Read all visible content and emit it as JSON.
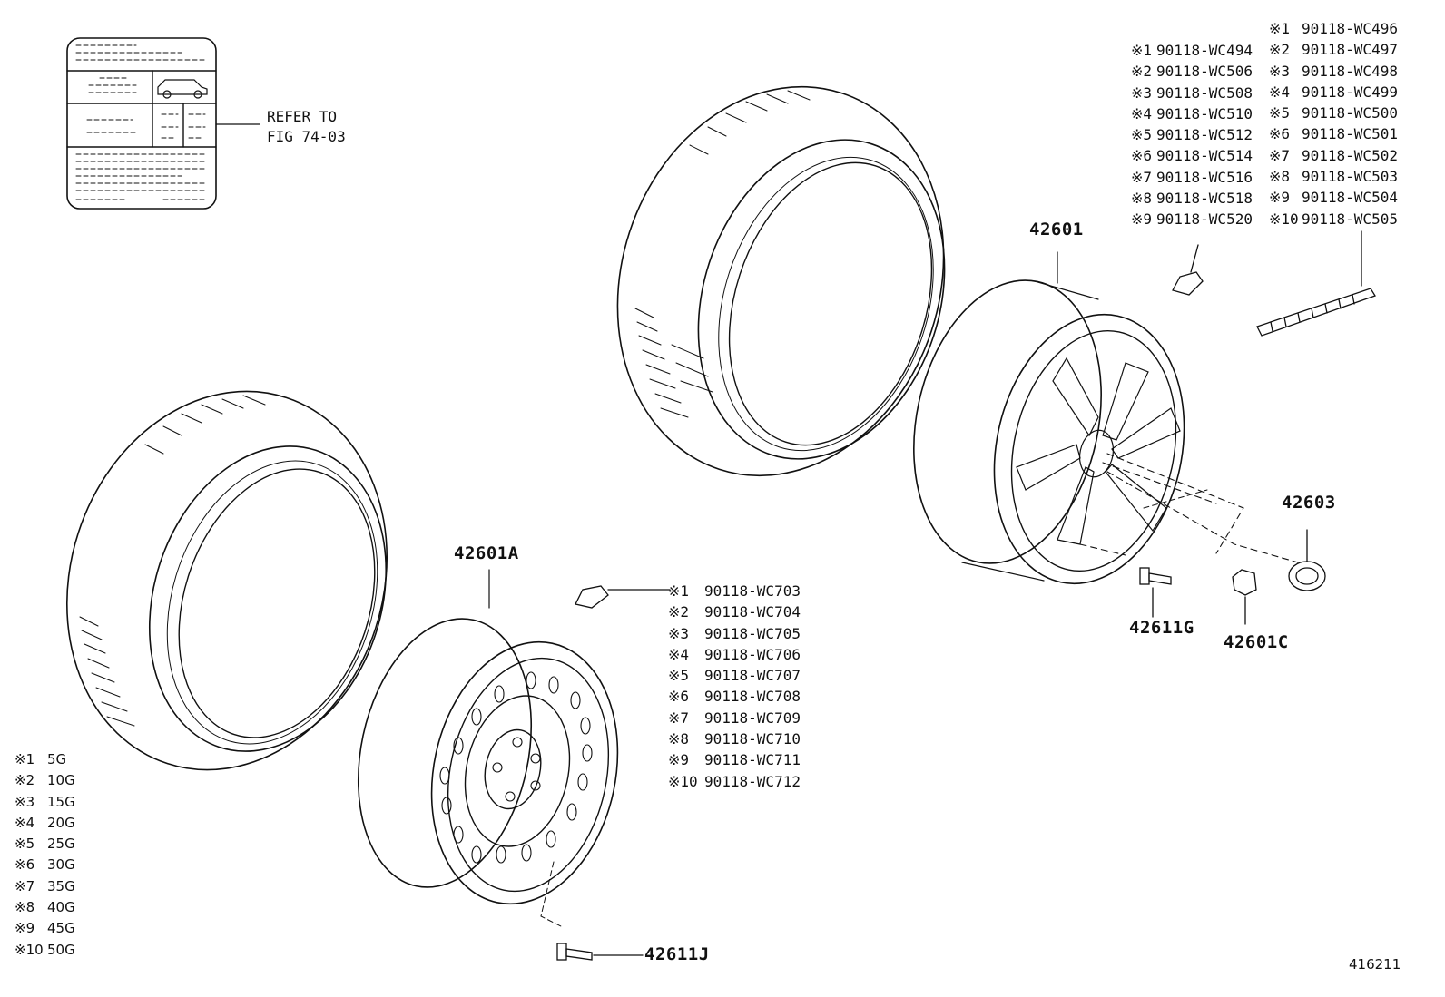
{
  "refer_label": {
    "line1": "REFER TO",
    "line2": "FIG 74-03"
  },
  "part_labels": {
    "rim_alloy": "42601",
    "rim_steel": "42601A",
    "ornament": "42603",
    "valve_alloy": "42611G",
    "hub_nut": "42601C",
    "valve_steel": "42611J"
  },
  "sensor_list_left": [
    {
      "mark": "※1",
      "code": "90118-WC494"
    },
    {
      "mark": "※2",
      "code": "90118-WC506"
    },
    {
      "mark": "※3",
      "code": "90118-WC508"
    },
    {
      "mark": "※4",
      "code": "90118-WC510"
    },
    {
      "mark": "※5",
      "code": "90118-WC512"
    },
    {
      "mark": "※6",
      "code": "90118-WC514"
    },
    {
      "mark": "※7",
      "code": "90118-WC516"
    },
    {
      "mark": "※8",
      "code": "90118-WC518"
    },
    {
      "mark": "※9",
      "code": "90118-WC520"
    }
  ],
  "weight_list_right": [
    {
      "mark": "※1",
      "code": "90118-WC496"
    },
    {
      "mark": "※2",
      "code": "90118-WC497"
    },
    {
      "mark": "※3",
      "code": "90118-WC498"
    },
    {
      "mark": "※4",
      "code": "90118-WC499"
    },
    {
      "mark": "※5",
      "code": "90118-WC500"
    },
    {
      "mark": "※6",
      "code": "90118-WC501"
    },
    {
      "mark": "※7",
      "code": "90118-WC502"
    },
    {
      "mark": "※8",
      "code": "90118-WC503"
    },
    {
      "mark": "※9",
      "code": "90118-WC504"
    },
    {
      "mark": "※10",
      "code": "90118-WC505"
    }
  ],
  "sensor_list_middle": [
    {
      "mark": "※1",
      "code": "90118-WC703"
    },
    {
      "mark": "※2",
      "code": "90118-WC704"
    },
    {
      "mark": "※3",
      "code": "90118-WC705"
    },
    {
      "mark": "※4",
      "code": "90118-WC706"
    },
    {
      "mark": "※5",
      "code": "90118-WC707"
    },
    {
      "mark": "※6",
      "code": "90118-WC708"
    },
    {
      "mark": "※7",
      "code": "90118-WC709"
    },
    {
      "mark": "※8",
      "code": "90118-WC710"
    },
    {
      "mark": "※9",
      "code": "90118-WC711"
    },
    {
      "mark": "※10",
      "code": "90118-WC712"
    }
  ],
  "weight_grams": [
    {
      "mark": "※1",
      "value": "5G"
    },
    {
      "mark": "※2",
      "value": "10G"
    },
    {
      "mark": "※3",
      "value": "15G"
    },
    {
      "mark": "※4",
      "value": "20G"
    },
    {
      "mark": "※5",
      "value": "25G"
    },
    {
      "mark": "※6",
      "value": "30G"
    },
    {
      "mark": "※7",
      "value": "35G"
    },
    {
      "mark": "※8",
      "value": "40G"
    },
    {
      "mark": "※9",
      "value": "45G"
    },
    {
      "mark": "※10",
      "value": "50G"
    }
  ],
  "figure_number": "416211"
}
